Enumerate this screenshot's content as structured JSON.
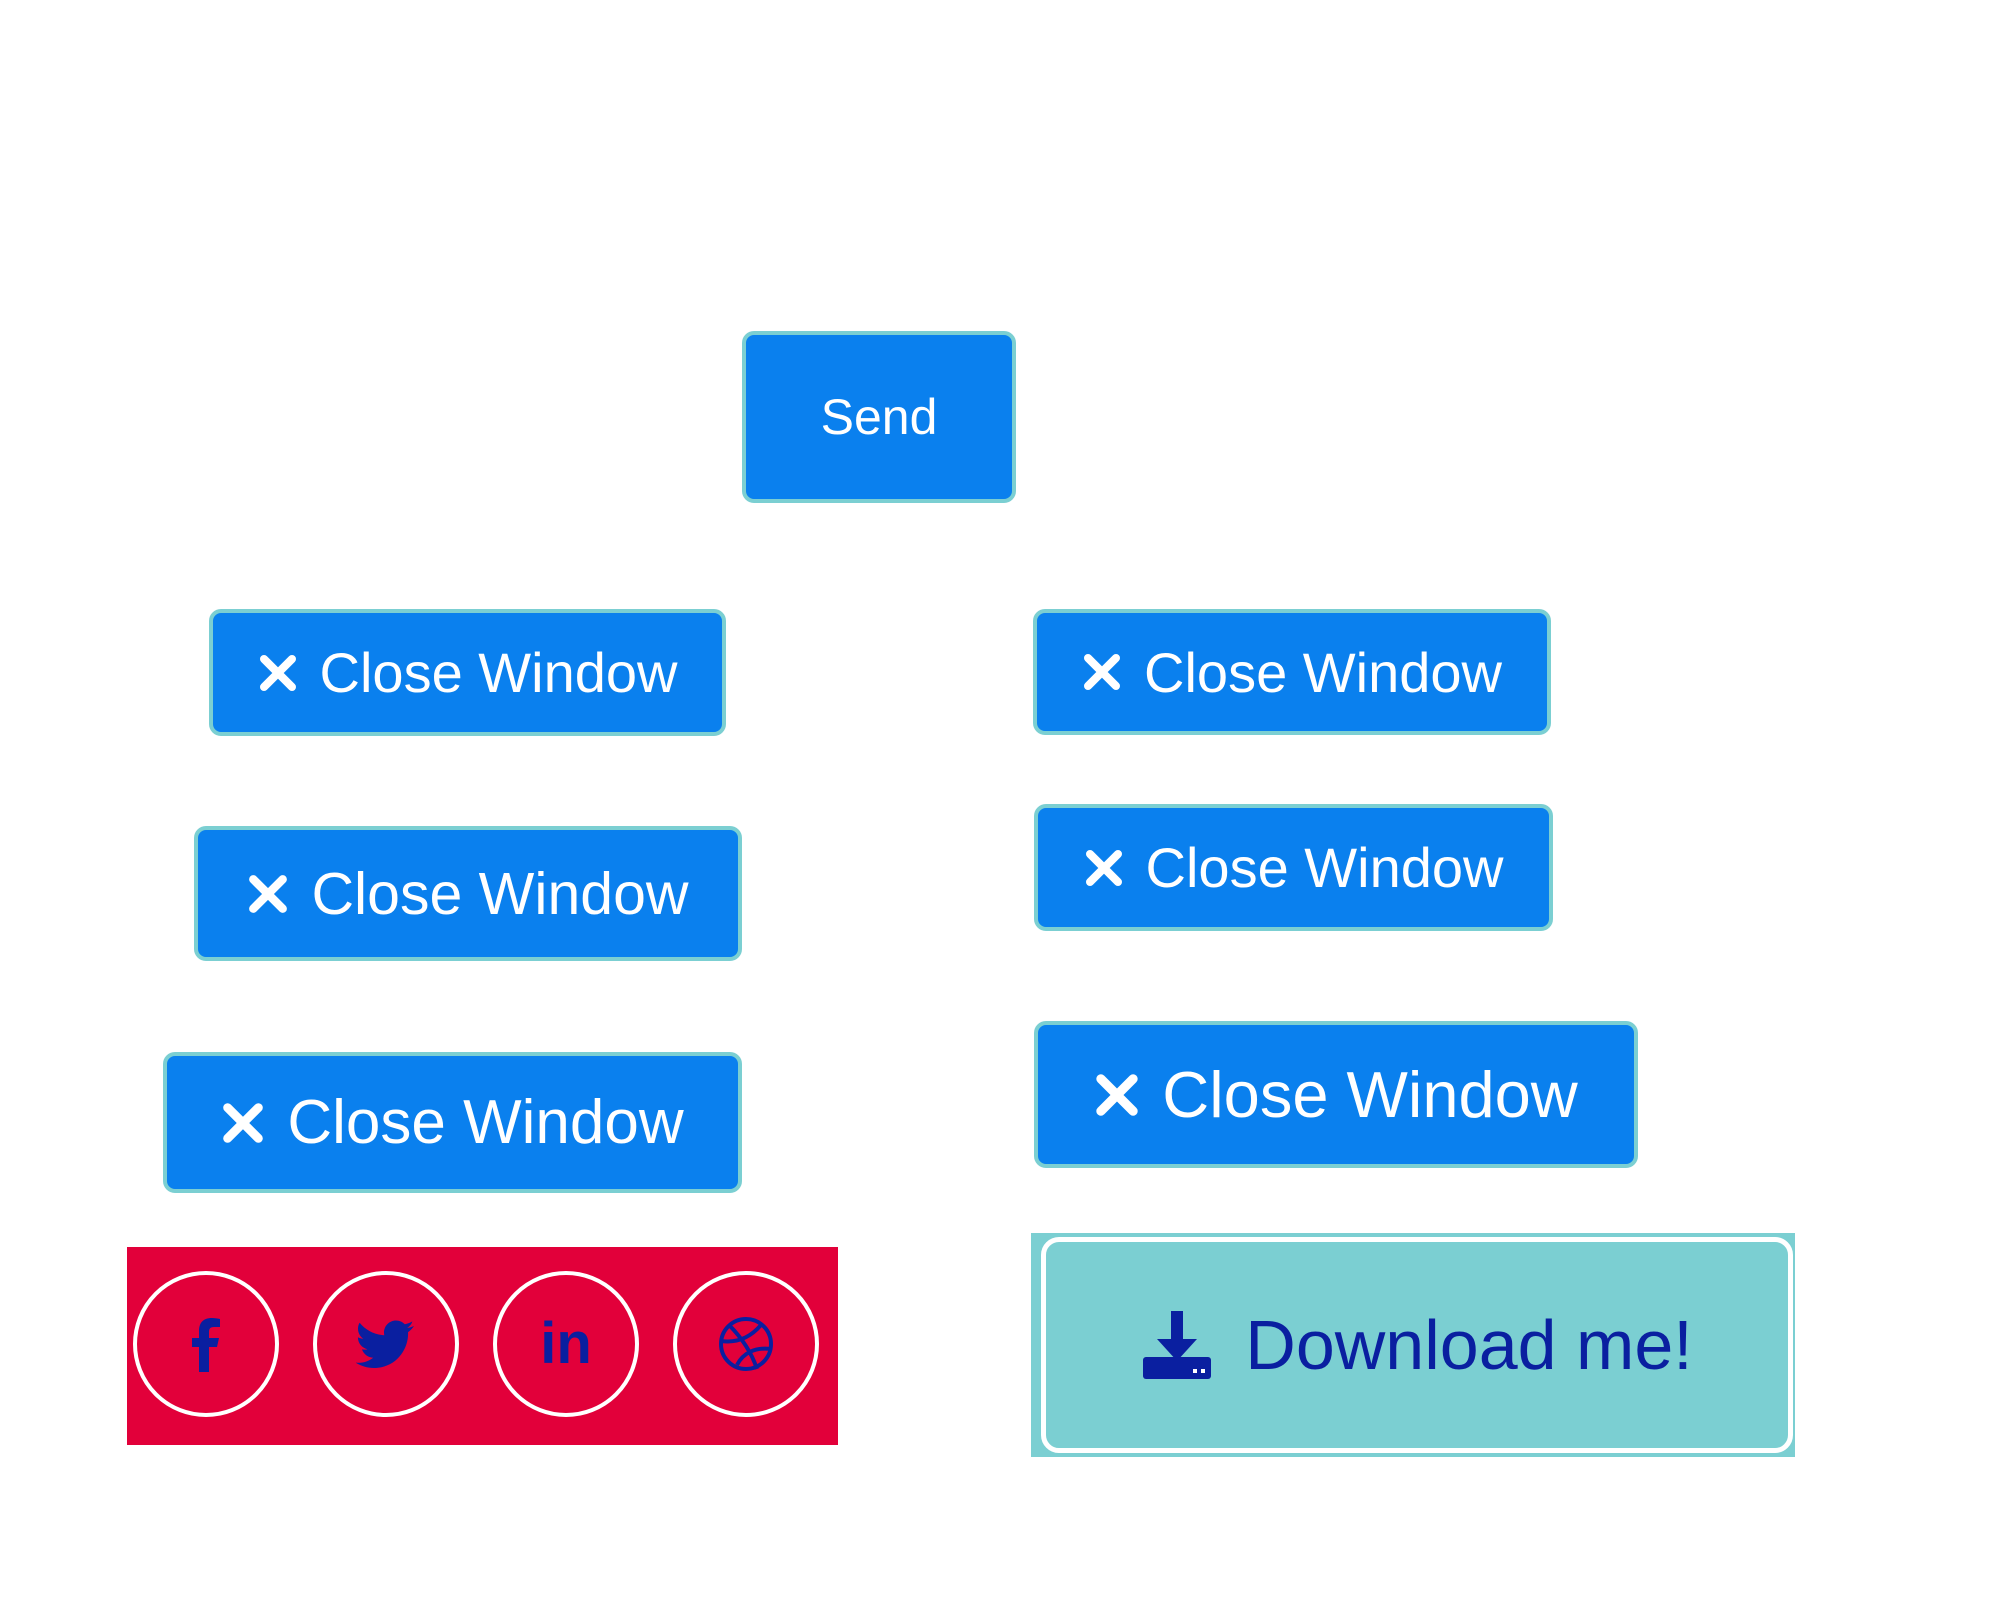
{
  "colors": {
    "button_blue": "#0a80ee",
    "button_border": "#7bcfd2",
    "social_bg": "#e2003a",
    "icon_navy": "#0a1fa0",
    "download_bg": "#7bcfd2"
  },
  "send_button": {
    "label": "Send"
  },
  "close_buttons": [
    {
      "label": "Close Window",
      "icon": "close-icon"
    },
    {
      "label": "Close Window",
      "icon": "close-icon"
    },
    {
      "label": "Close Window",
      "icon": "close-icon"
    },
    {
      "label": "Close Window",
      "icon": "close-icon"
    },
    {
      "label": "Close Window",
      "icon": "close-icon"
    },
    {
      "label": "Close Window",
      "icon": "close-icon"
    }
  ],
  "social": {
    "items": [
      {
        "icon": "facebook-icon"
      },
      {
        "icon": "twitter-icon"
      },
      {
        "icon": "linkedin-icon",
        "glyph": "in"
      },
      {
        "icon": "dribbble-icon"
      }
    ]
  },
  "download_button": {
    "label": "Download me!",
    "icon": "download-icon"
  }
}
